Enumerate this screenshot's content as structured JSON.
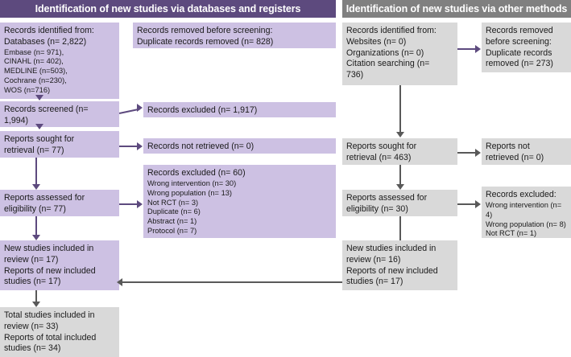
{
  "diagram": {
    "type": "prisma-flow-diagram",
    "colors": {
      "header_purple": "#5D4A7E",
      "header_gray": "#808080",
      "box_purple": "#CDC1E3",
      "box_gray": "#D9D9D9",
      "connector_gray": "#595959",
      "connector_purple": "#5D4A7E"
    }
  },
  "left_panel": {
    "header": "Identification of new studies via databases and registers",
    "identification_box": {
      "main_lines": [
        "Records identified from:",
        "Databases (n= 2,822)"
      ],
      "sub_lines": [
        "Embase (n= 971),",
        "CINAHL (n= 402),",
        "MEDLINE (n=503),",
        "Cochrane (n=230),",
        "WOS (n=716)"
      ]
    },
    "removed_box": {
      "lines": [
        "Records removed before screening:",
        "Duplicate records removed (n= 828)"
      ]
    },
    "screened_box": {
      "lines": [
        "Records screened (n=",
        "1,994)"
      ]
    },
    "excluded_screened_box": {
      "lines": [
        "Records excluded (n= 1,917)"
      ]
    },
    "sought_box": {
      "lines": [
        "Reports sought for",
        "retrieval (n= 77)"
      ]
    },
    "not_retrieved_box": {
      "lines": [
        "Records not retrieved (n= 0)"
      ]
    },
    "assessed_box": {
      "lines": [
        "Reports assessed for",
        "eligibility (n= 77)"
      ]
    },
    "excluded_assessed_box": {
      "title": "Records excluded (n= 60)",
      "reasons": [
        "Wrong intervention (n= 30)",
        "Wrong population (n= 13)",
        "Not RCT (n= 3)",
        "Duplicate (n= 6)",
        "Abstract (n= 1)",
        "Protocol (n= 7)"
      ]
    },
    "new_included_box": {
      "lines": [
        "New studies included in",
        "review (n= 17)",
        "Reports of new included",
        "studies (n= 17)"
      ]
    },
    "total_included_box": {
      "lines": [
        "Total studies included in",
        "review (n= 33)",
        "Reports of total included",
        "studies (n= 34)"
      ]
    }
  },
  "right_panel": {
    "header": "Identification of new studies via other methods",
    "identification_box": {
      "lines": [
        "Records identified from:",
        "Websites (n= 0)",
        "Organizations (n= 0)",
        "Citation searching (n=",
        "736)"
      ]
    },
    "removed_box": {
      "lines": [
        "Records removed",
        "before screening:",
        "Duplicate records",
        "removed (n= 273)"
      ]
    },
    "sought_box": {
      "lines": [
        "Reports sought for",
        "retrieval (n= 463)"
      ]
    },
    "not_retrieved_box": {
      "lines": [
        "Reports not",
        "retrieved (n= 0)"
      ]
    },
    "assessed_box": {
      "lines": [
        "Reports assessed for",
        "eligibility (n= 30)"
      ]
    },
    "excluded_box": {
      "title": "Records excluded:",
      "reasons": [
        "Wrong intervention (n=",
        "4)",
        "Wrong population (n= 8)",
        "Not RCT (n= 1)"
      ]
    },
    "new_included_box": {
      "lines": [
        "New studies included in",
        "review (n= 16)",
        "Reports of new included",
        "studies (n= 17)"
      ]
    }
  }
}
